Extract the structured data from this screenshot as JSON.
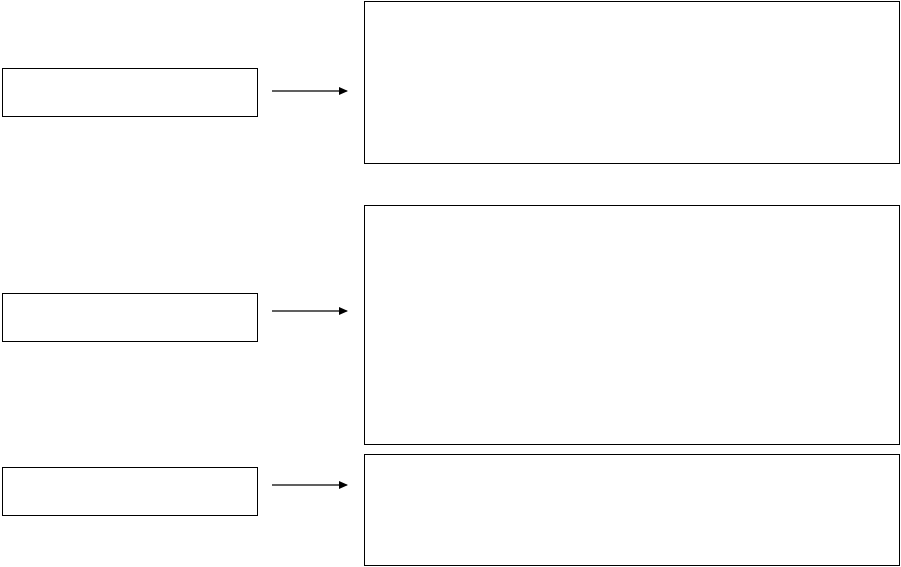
{
  "diagram": {
    "stroke_color": "#000000",
    "background_color": "#ffffff",
    "rows": [
      {
        "source": {
          "label": ""
        },
        "target": {
          "label": ""
        }
      },
      {
        "source": {
          "label": ""
        },
        "target": {
          "label": ""
        }
      },
      {
        "source": {
          "label": ""
        },
        "target": {
          "label": ""
        }
      }
    ],
    "edges": [
      {
        "from": "source-1",
        "to": "target-1",
        "style": "arrow"
      },
      {
        "from": "source-2",
        "to": "target-2",
        "style": "arrow"
      },
      {
        "from": "source-3",
        "to": "target-3",
        "style": "arrow"
      }
    ]
  }
}
